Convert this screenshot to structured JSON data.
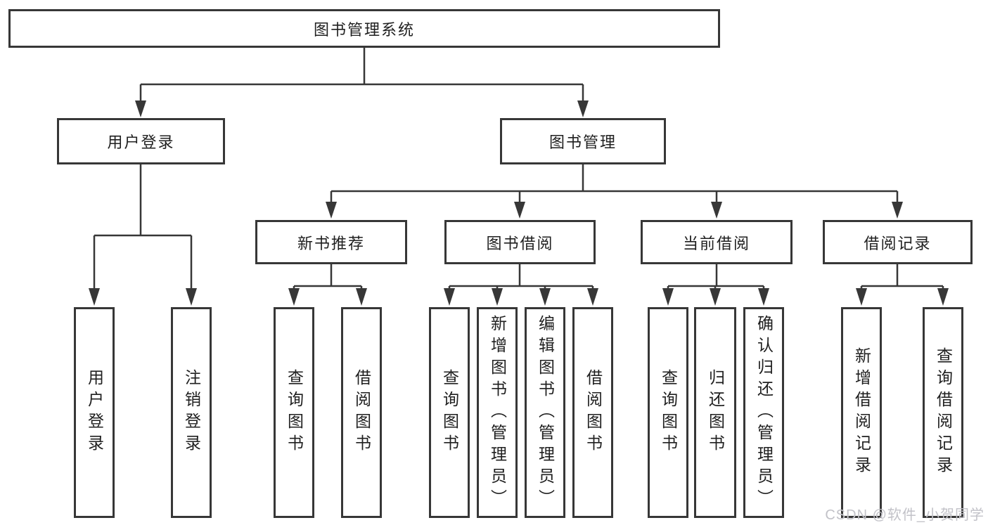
{
  "diagram": {
    "root": {
      "label": "图书管理系统"
    },
    "branches": [
      {
        "label": "用户登录",
        "children": [
          {
            "label": "用户登录"
          },
          {
            "label": "注销登录"
          }
        ]
      },
      {
        "label": "图书管理",
        "children": [
          {
            "label": "新书推荐",
            "children": [
              {
                "label": "查询图书"
              },
              {
                "label": "借阅图书"
              }
            ]
          },
          {
            "label": "图书借阅",
            "children": [
              {
                "label": "查询图书"
              },
              {
                "label": "新增图书（管理员）"
              },
              {
                "label": "编辑图书（管理员）"
              },
              {
                "label": "借阅图书"
              }
            ]
          },
          {
            "label": "当前借阅",
            "children": [
              {
                "label": "查询图书"
              },
              {
                "label": "归还图书"
              },
              {
                "label": "确认归还（管理员）"
              }
            ]
          },
          {
            "label": "借阅记录",
            "children": [
              {
                "label": "新增借阅记录"
              },
              {
                "label": "查询借阅记录"
              }
            ]
          }
        ]
      }
    ]
  },
  "watermark": {
    "text": "CSDN @软件_小贺同学"
  },
  "colors": {
    "line": "#373737",
    "text": "#1f1f1f",
    "box_background": "#ffffff",
    "watermark": "#c2c2c8"
  }
}
